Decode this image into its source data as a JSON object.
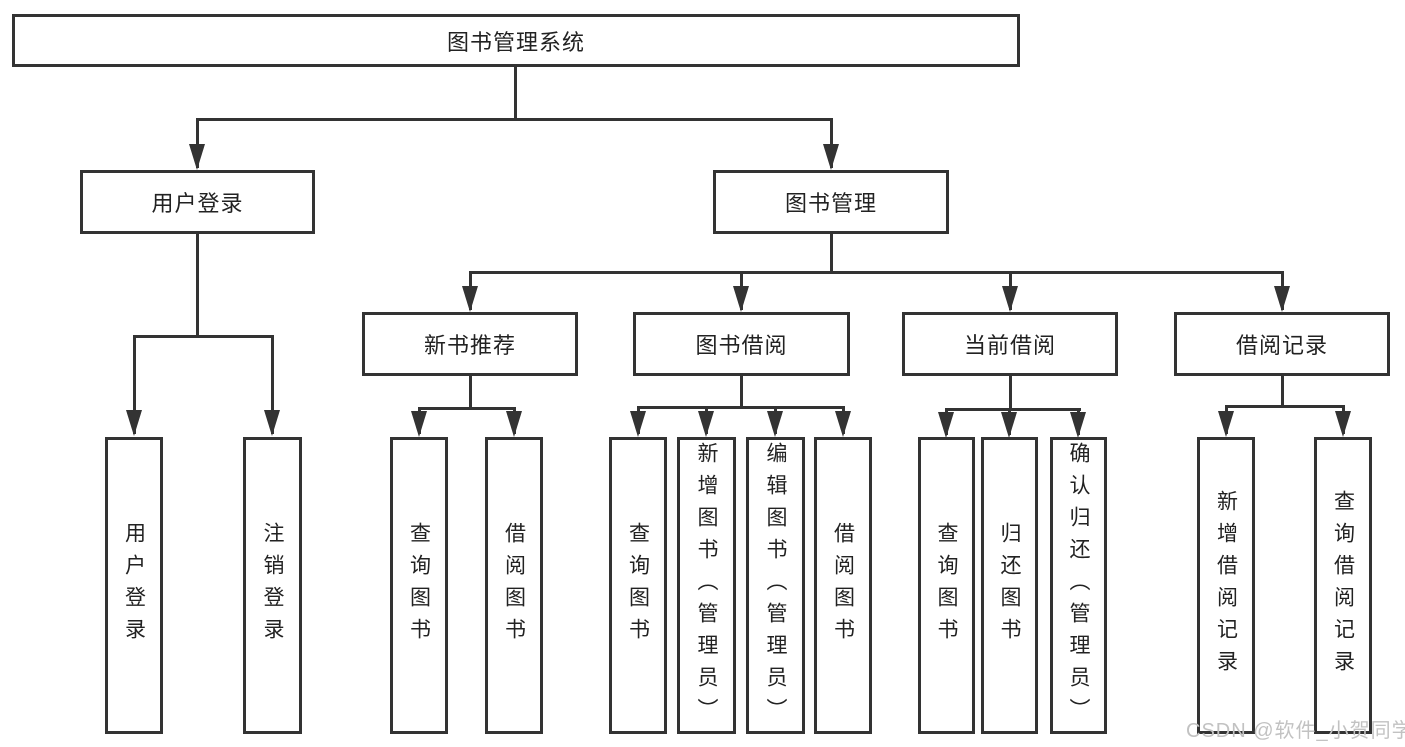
{
  "colors": {
    "line": "#333333",
    "text": "#222222",
    "watermark": "#c2c2c2",
    "background": "#ffffff"
  },
  "nodes": {
    "root": "图书管理系统",
    "user_login": "用户登录",
    "book_mgmt": "图书管理",
    "new_book_rec": "新书推荐",
    "book_borrow": "图书借阅",
    "current_borrow": "当前借阅",
    "borrow_records": "借阅记录",
    "leaf_user_login": "用户登录",
    "leaf_logout": "注销登录",
    "leaf_nbr_query": "查询图书",
    "leaf_nbr_borrow": "借阅图书",
    "leaf_bb_query": "查询图书",
    "leaf_bb_add": "新增图书（管理员）",
    "leaf_bb_edit": "编辑图书（管理员）",
    "leaf_bb_borrow": "借阅图书",
    "leaf_cb_query": "查询图书",
    "leaf_cb_return": "归还图书",
    "leaf_cb_confirm": "确认归还（管理员）",
    "leaf_br_add": "新增借阅记录",
    "leaf_br_query": "查询借阅记录"
  },
  "tree": {
    "图书管理系统": {
      "用户登录": [
        "用户登录",
        "注销登录"
      ],
      "图书管理": {
        "新书推荐": [
          "查询图书",
          "借阅图书"
        ],
        "图书借阅": [
          "查询图书",
          "新增图书（管理员）",
          "编辑图书（管理员）",
          "借阅图书"
        ],
        "当前借阅": [
          "查询图书",
          "归还图书",
          "确认归还（管理员）"
        ],
        "借阅记录": [
          "新增借阅记录",
          "查询借阅记录"
        ]
      }
    }
  },
  "watermark": {
    "text": "CSDN @软件_小贺同学"
  }
}
